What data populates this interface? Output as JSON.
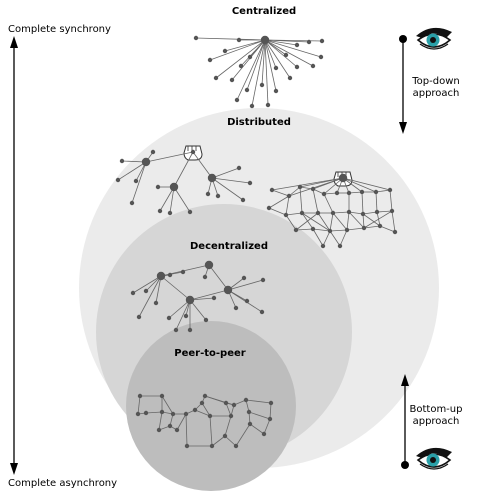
{
  "labels": {
    "complete_synchrony": "Complete synchrony",
    "complete_asynchrony": "Complete asynchrony",
    "top_down": "Top-down\napproach",
    "bottom_up": "Bottom-up\napproach",
    "centralized": "Centralized",
    "distributed": "Distributed",
    "decentralized": "Decentralized",
    "peer_to_peer": "Peer-to-peer"
  },
  "colors": {
    "outer_circle": "#ebebeb",
    "middle_circle": "#d6d6d6",
    "inner_circle": "#bdbdbd",
    "node": "#555555",
    "edge": "#666666",
    "eye_iris": "#2aa0a8"
  },
  "icons": [
    "eye-icon",
    "hand-icon",
    "arrow-icon"
  ]
}
